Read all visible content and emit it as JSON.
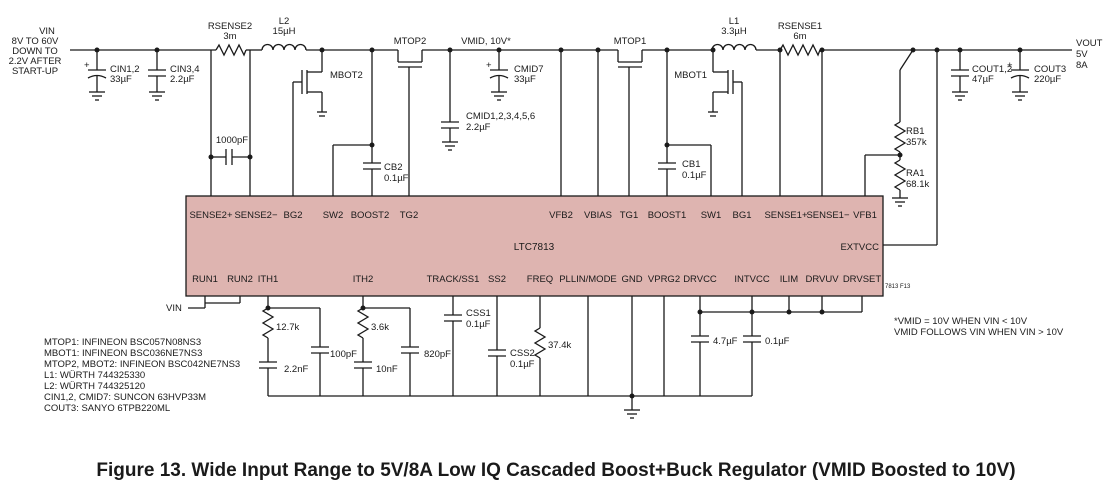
{
  "figure_title": "Figure 13. Wide Input Range to 5V/8A Low IQ Cascaded Boost+Buck Regulator (VMID Boosted to 10V)",
  "figure_code": "7813 F13",
  "chip": {
    "name": "LTC7813",
    "top_pins": [
      "SENSE2+",
      "SENSE2−",
      "BG2",
      "SW2",
      "BOOST2",
      "TG2",
      "VFB2",
      "VBIAS",
      "TG1",
      "BOOST1",
      "SW1",
      "BG1",
      "SENSE1+",
      "SENSE1−",
      "VFB1"
    ],
    "right_pin": "EXTVCC",
    "bottom_pins": [
      "RUN1",
      "RUN2",
      "ITH1",
      "ITH2",
      "TRACK/SS1",
      "SS2",
      "FREQ",
      "PLLIN/MODE",
      "GND",
      "VPRG2",
      "DRVCC",
      "INTVCC",
      "ILIM",
      "DRVUV",
      "DRVSET"
    ]
  },
  "input": {
    "name": "VIN",
    "line1": "8V TO 60V",
    "line2": "DOWN TO",
    "line3": "2.2V AFTER",
    "line4": "START-UP"
  },
  "output": {
    "name": "VOUT",
    "voltage": "5V",
    "current": "8A"
  },
  "vmid_label": "VMID, 10V*",
  "vin_run": "VIN",
  "components": {
    "cin12": {
      "name": "CIN1,2",
      "value": "33µF"
    },
    "cin34": {
      "name": "CIN3,4",
      "value": "2.2µF"
    },
    "rsense2": {
      "name": "RSENSE2",
      "value": "3m"
    },
    "l2": {
      "name": "L2",
      "value": "15µH"
    },
    "mtop2": "MTOP2",
    "mbot2": "MBOT2",
    "c1000": "1000pF",
    "cb2": {
      "name": "CB2",
      "value": "0.1µF"
    },
    "cmid7": {
      "name": "CMID7",
      "value": "33µF"
    },
    "cmid16": {
      "name": "CMID1,2,3,4,5,6",
      "value": "2.2µF"
    },
    "mtop1": "MTOP1",
    "mbot1": "MBOT1",
    "cb1": {
      "name": "CB1",
      "value": "0.1µF"
    },
    "l1": {
      "name": "L1",
      "value": "3.3µH"
    },
    "rsense1": {
      "name": "RSENSE1",
      "value": "6m"
    },
    "rb1": {
      "name": "RB1",
      "value": "357k"
    },
    "ra1": {
      "name": "RA1",
      "value": "68.1k"
    },
    "cout12": {
      "name": "COUT1,2",
      "value": "47µF"
    },
    "cout3": {
      "name": "COUT3",
      "value": "220µF"
    },
    "r127": "12.7k",
    "c22n": "2.2nF",
    "c100p": "100pF",
    "r36": "3.6k",
    "c10n": "10nF",
    "c820": "820pF",
    "css1": {
      "name": "CSS1",
      "value": "0.1µF"
    },
    "css2": {
      "name": "CSS2",
      "value": "0.1µF"
    },
    "r374": "37.4k",
    "c47": "4.7µF",
    "c01": "0.1µF"
  },
  "bom": [
    "MTOP1: INFINEON BSC057N08NS3",
    "MBOT1: INFINEON BSC036NE7NS3",
    "MTOP2, MBOT2: INFINEON BSC042NE7NS3",
    "L1: WÜRTH 744325330",
    "L2: WÜRTH 744325120",
    "CIN1,2, CMID7: SUNCON 63HVP33M",
    "COUT3: SANYO 6TPB220ML"
  ],
  "notes": [
    "*VMID = 10V WHEN VIN < 10V",
    "VMID FOLLOWS VIN WHEN VIN > 10V"
  ]
}
